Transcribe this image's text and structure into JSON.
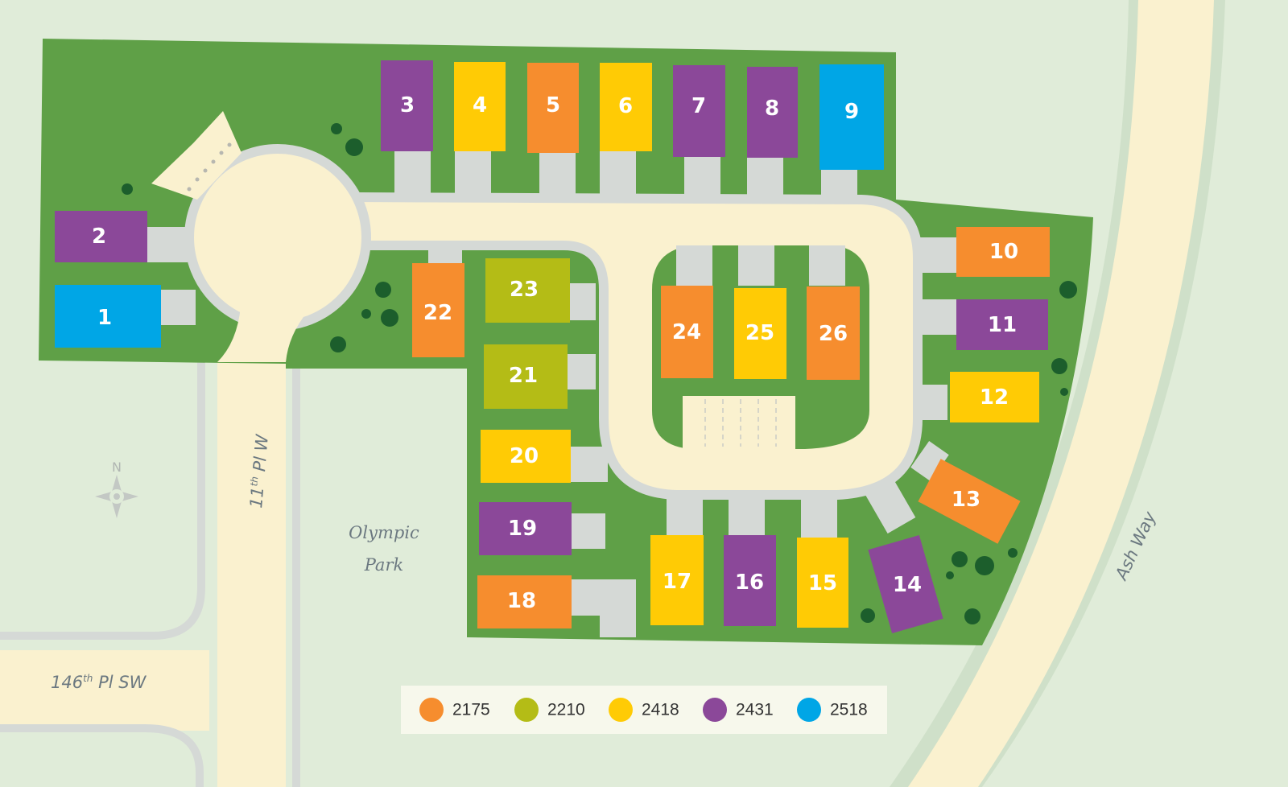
{
  "colors": {
    "2175": "#f68d2e",
    "2210": "#b4bc16",
    "2418": "#ffcb05",
    "2431": "#8b4899",
    "2518": "#00a6e6"
  },
  "legend": [
    {
      "label": "2175",
      "color": "#f68d2e"
    },
    {
      "label": "2210",
      "color": "#b4bc16"
    },
    {
      "label": "2418",
      "color": "#ffcb05"
    },
    {
      "label": "2431",
      "color": "#8b4899"
    },
    {
      "label": "2518",
      "color": "#00a6e6"
    }
  ],
  "lots": [
    {
      "number": "1",
      "plan": "2518"
    },
    {
      "number": "2",
      "plan": "2431"
    },
    {
      "number": "3",
      "plan": "2431"
    },
    {
      "number": "4",
      "plan": "2418"
    },
    {
      "number": "5",
      "plan": "2175"
    },
    {
      "number": "6",
      "plan": "2418"
    },
    {
      "number": "7",
      "plan": "2431"
    },
    {
      "number": "8",
      "plan": "2431"
    },
    {
      "number": "9",
      "plan": "2518"
    },
    {
      "number": "10",
      "plan": "2175"
    },
    {
      "number": "11",
      "plan": "2431"
    },
    {
      "number": "12",
      "plan": "2418"
    },
    {
      "number": "13",
      "plan": "2175"
    },
    {
      "number": "14",
      "plan": "2431"
    },
    {
      "number": "15",
      "plan": "2418"
    },
    {
      "number": "16",
      "plan": "2431"
    },
    {
      "number": "17",
      "plan": "2418"
    },
    {
      "number": "18",
      "plan": "2175"
    },
    {
      "number": "19",
      "plan": "2431"
    },
    {
      "number": "20",
      "plan": "2418"
    },
    {
      "number": "21",
      "plan": "2210"
    },
    {
      "number": "22",
      "plan": "2175"
    },
    {
      "number": "23",
      "plan": "2210"
    },
    {
      "number": "24",
      "plan": "2175"
    },
    {
      "number": "25",
      "plan": "2418"
    },
    {
      "number": "26",
      "plan": "2175"
    }
  ],
  "streets": {
    "north_south": {
      "name": "11",
      "suffix": "th",
      "rest": " Pl W"
    },
    "east_west": {
      "name": "146",
      "suffix": "th",
      "rest": " Pl SW"
    },
    "diagonal": {
      "name": "Ash Way"
    }
  },
  "park": {
    "line1": "Olympic",
    "line2": "Park"
  },
  "compass": {
    "label": "N",
    "icon": "compass-rose-icon"
  }
}
